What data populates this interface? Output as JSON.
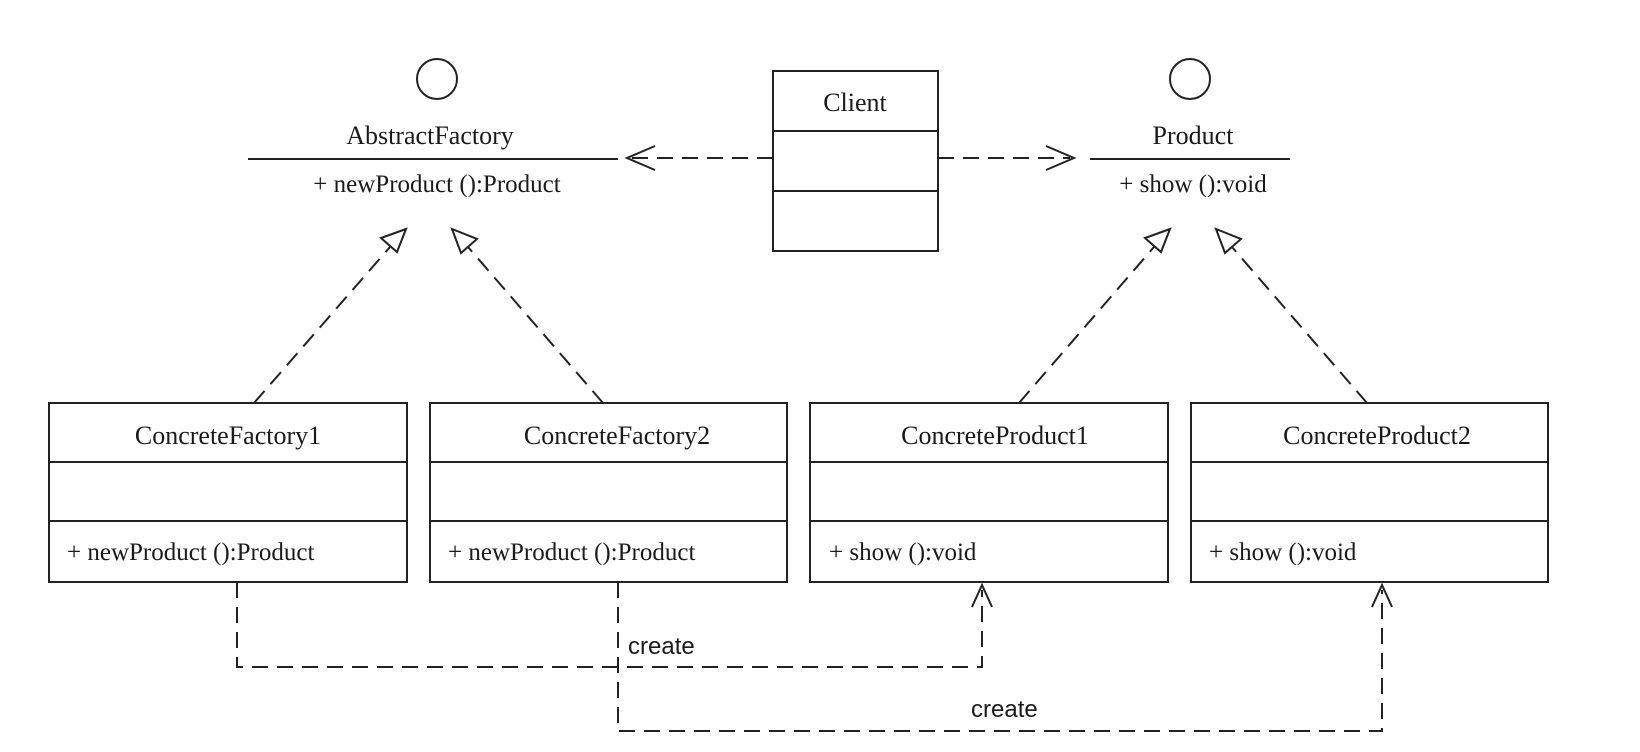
{
  "interfaces": {
    "abstract_factory": {
      "name": "AbstractFactory",
      "operation": "+ newProduct ():Product"
    },
    "product": {
      "name": "Product",
      "operation": "+ show ():void"
    }
  },
  "classes": {
    "client": {
      "name": "Client"
    },
    "concrete_factory_1": {
      "name": "ConcreteFactory1",
      "operation": "+ newProduct ():Product"
    },
    "concrete_factory_2": {
      "name": "ConcreteFactory2",
      "operation": "+ newProduct ():Product"
    },
    "concrete_product_1": {
      "name": "ConcreteProduct1",
      "operation": "+ show ():void"
    },
    "concrete_product_2": {
      "name": "ConcreteProduct2",
      "operation": "+ show ():void"
    }
  },
  "relations": {
    "create_1": "create",
    "create_2": "create"
  }
}
